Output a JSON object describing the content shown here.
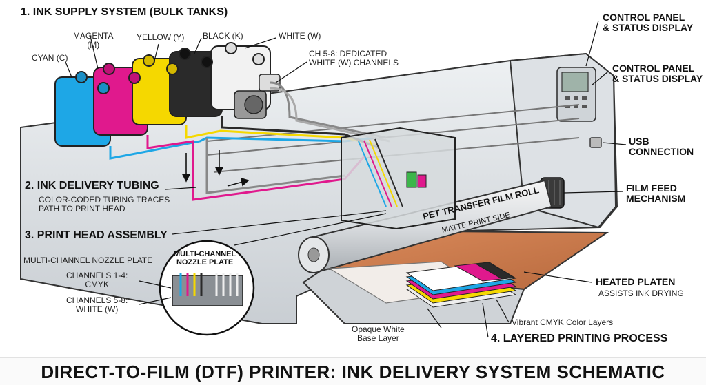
{
  "labels": {
    "ink_supply_title": "1. INK SUPPLY SYSTEM (BULK TANKS)",
    "magenta": "MAGENTA\n(M)",
    "yellow": "YELLOW (Y)",
    "black": "BLACK (K)",
    "white": "WHITE (W)",
    "cyan": "CYAN (C)",
    "ch_dedicated": "CH 5-8: DEDICATED\nWHITE (W) CHANNELS",
    "control_panel_1": "CONTROL PANEL\n& STATUS DISPLAY",
    "control_panel_2": "CONTROL PANEL\n& STATUS DISPLAY",
    "usb": "USB\nCONNECTION",
    "film_feed": "FILM FEED\nMECHANISM",
    "tubing_title": "2. INK DELIVERY TUBING",
    "tubing_sub": "COLOR-CODED TUBING TRACES\nPATH TO PRINT HEAD",
    "print_head": "3. PRINT HEAD ASSEMBLY",
    "nozzle_left": "MULTI-CHANNEL NOZZLE PLATE",
    "channels_cmyk": "CHANNELS 1-4:\nCMYK",
    "channels_white": "CHANNELS 5-8:\nWHITE (W)",
    "nozzle_inset": "MULTI-CHANNEL\nNOZZLE PLATE",
    "film_roll": "PET TRANSFER FILM ROLL",
    "matte": "MATTE PRINT SIDE",
    "heated_platen": "HEATED PLATEN",
    "assists": "ASSISTS INK DRYING",
    "vibrant": "Vibrant CMYK Color Layers",
    "opaque": "Opaque White\nBase Layer",
    "layered": "4. LAYERED PRINTING PROCESS"
  },
  "footer": {
    "title": "DIRECT-TO-FILM (DTF) PRINTER: INK DELIVERY SYSTEM SCHEMATIC"
  },
  "colors": {
    "cyan": "#1ea7e6",
    "magenta": "#e0198d",
    "yellow": "#f5d800",
    "black": "#2a2a2a",
    "white_ink": "#f2f2f2",
    "platen": "#c87a4d"
  }
}
